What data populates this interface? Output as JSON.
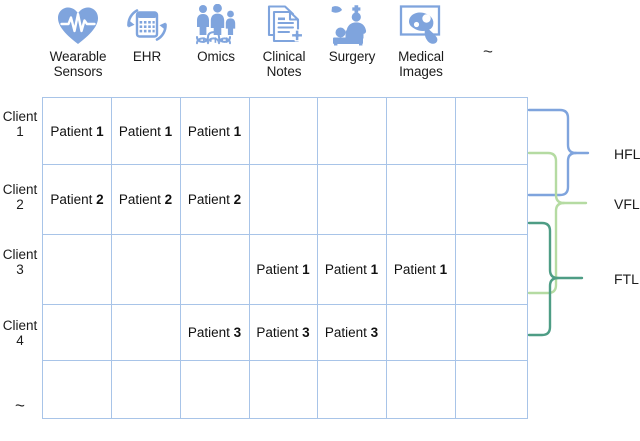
{
  "figure": {
    "type": "federated-learning-data-partition-matrix",
    "colors": {
      "icon_blue": "#7FA4DD",
      "grid_border": "#A8C4E8",
      "bracket_blue": "#7FA4DD",
      "bracket_light_green": "#B5DBA2",
      "bracket_teal": "#4E9D85",
      "text": "#1b1b1b"
    }
  },
  "columns": [
    {
      "id": "wearable-sensors",
      "label_line1": "Wearable",
      "label_line2": "Sensors",
      "icon": "heart-ecg-icon"
    },
    {
      "id": "ehr",
      "label_line1": "EHR",
      "label_line2": "",
      "icon": "calendar-refresh-icon"
    },
    {
      "id": "omics",
      "label_line1": "Omics",
      "label_line2": "",
      "icon": "family-dna-icon"
    },
    {
      "id": "clinical-notes",
      "label_line1": "Clinical",
      "label_line2": "Notes",
      "icon": "documents-plus-icon"
    },
    {
      "id": "surgery",
      "label_line1": "Surgery",
      "label_line2": "",
      "icon": "surgery-icon"
    },
    {
      "id": "medical-images",
      "label_line1": "Medical",
      "label_line2": "Images",
      "icon": "ultrasound-scan-icon"
    },
    {
      "id": "more-modalities",
      "label_line1": "",
      "label_line2": "",
      "icon": ""
    }
  ],
  "column_ellipsis": "~",
  "rows": [
    {
      "id": "client-1",
      "label_line1": "Client",
      "label_line2": "1"
    },
    {
      "id": "client-2",
      "label_line1": "Client",
      "label_line2": "2"
    },
    {
      "id": "client-3",
      "label_line1": "Client",
      "label_line2": "3"
    },
    {
      "id": "client-4",
      "label_line1": "Client",
      "label_line2": "4"
    },
    {
      "id": "client-more",
      "label_line1": "~",
      "label_line2": ""
    }
  ],
  "cells": [
    {
      "row": 0,
      "col": 0,
      "prefix": "Patient ",
      "number": "1"
    },
    {
      "row": 0,
      "col": 1,
      "prefix": "Patient ",
      "number": "1"
    },
    {
      "row": 0,
      "col": 2,
      "prefix": "Patient ",
      "number": "1"
    },
    {
      "row": 1,
      "col": 0,
      "prefix": "Patient ",
      "number": "2"
    },
    {
      "row": 1,
      "col": 1,
      "prefix": "Patient ",
      "number": "2"
    },
    {
      "row": 1,
      "col": 2,
      "prefix": "Patient ",
      "number": "2"
    },
    {
      "row": 2,
      "col": 3,
      "prefix": "Patient ",
      "number": "1"
    },
    {
      "row": 2,
      "col": 4,
      "prefix": "Patient ",
      "number": "1"
    },
    {
      "row": 2,
      "col": 5,
      "prefix": "Patient ",
      "number": "1"
    },
    {
      "row": 3,
      "col": 2,
      "prefix": "Patient ",
      "number": "3"
    },
    {
      "row": 3,
      "col": 3,
      "prefix": "Patient ",
      "number": "3"
    },
    {
      "row": 3,
      "col": 4,
      "prefix": "Patient ",
      "number": "3"
    }
  ],
  "legend": [
    {
      "id": "hfl",
      "label": "HFL",
      "color": "#7FA4DD"
    },
    {
      "id": "vfl",
      "label": "VFL",
      "color": "#B5DBA2"
    },
    {
      "id": "ftl",
      "label": "FTL",
      "color": "#4E9D85"
    }
  ]
}
